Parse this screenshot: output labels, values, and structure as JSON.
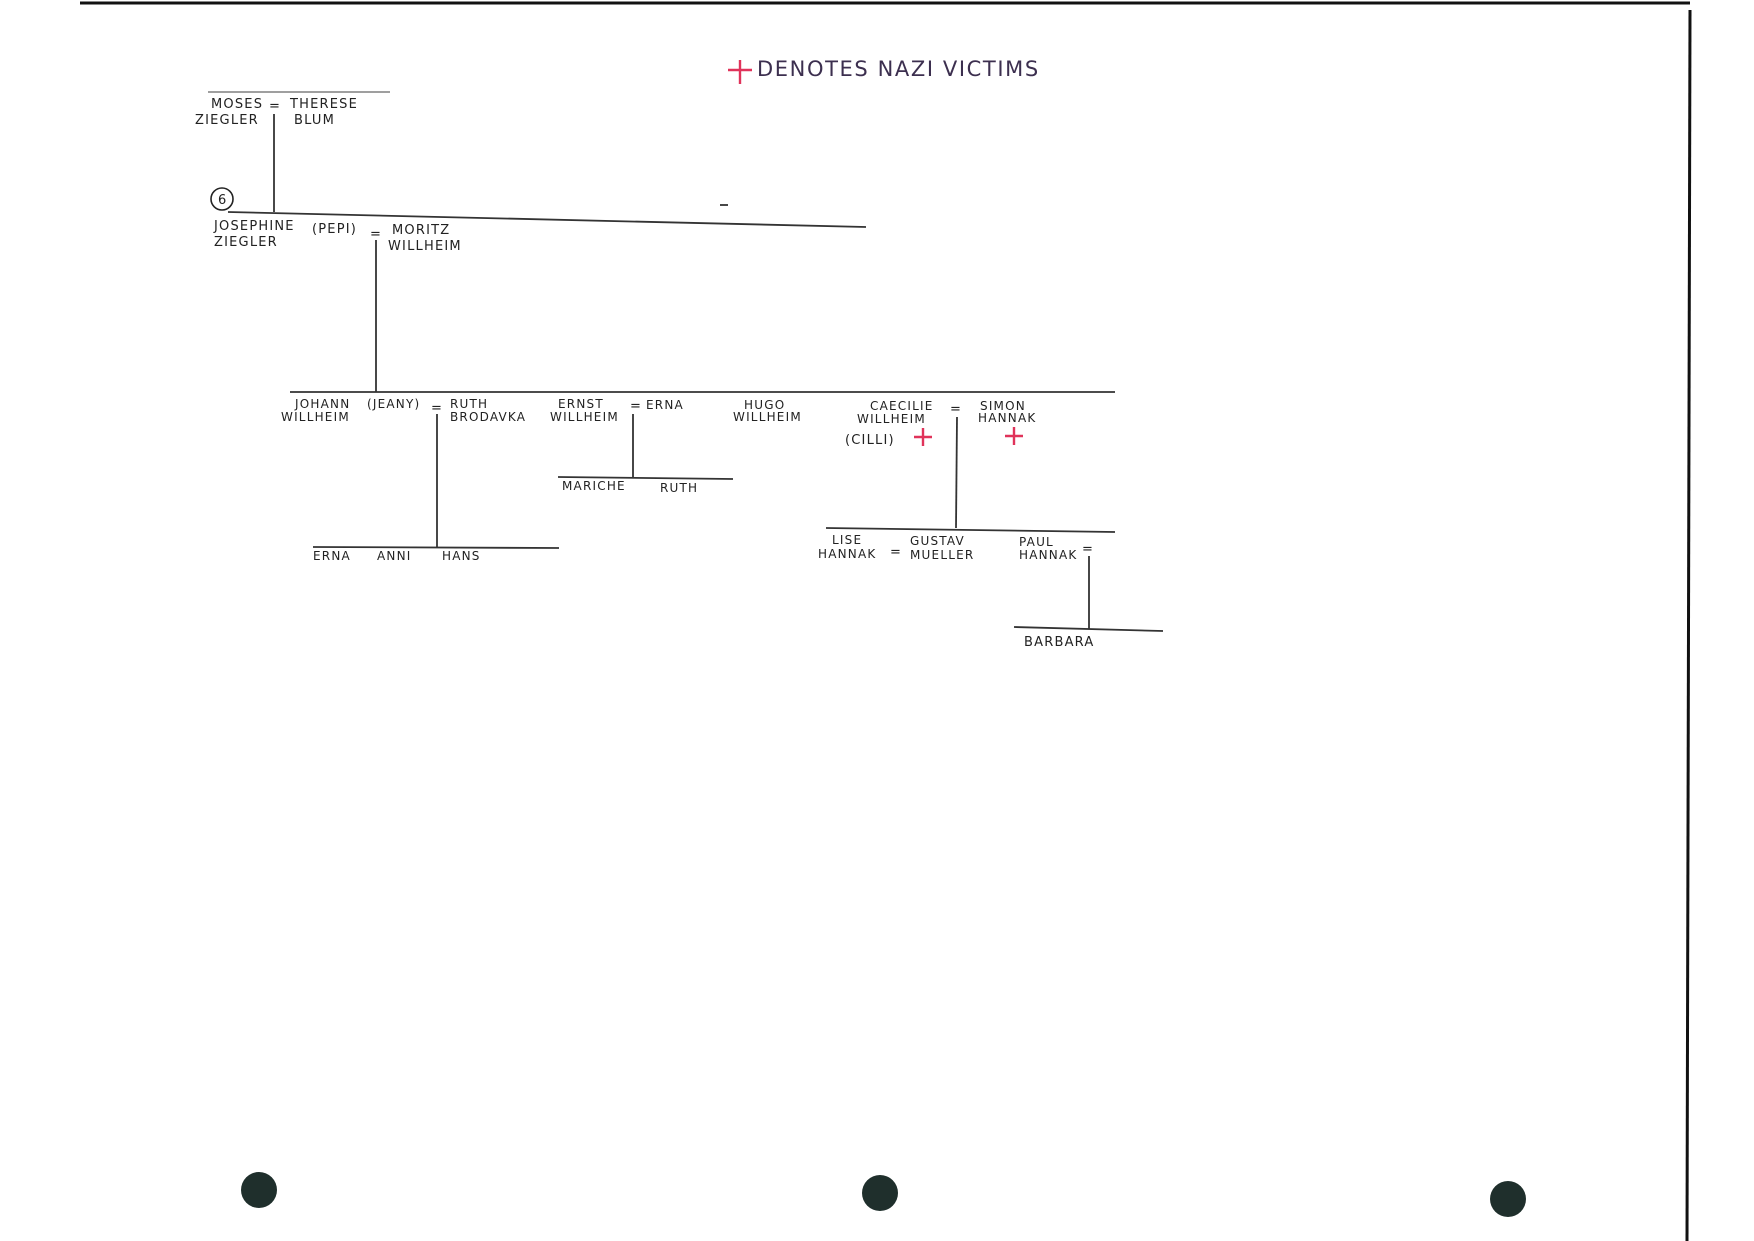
{
  "legend": {
    "marker": "+",
    "text": "DENOTES NAZI VICTIMS",
    "marker_color": "#e0335a"
  },
  "circle_number": "6",
  "people": {
    "moses": [
      "MOSES",
      "ZIEGLER"
    ],
    "therese": [
      "THERESE",
      "BLUM"
    ],
    "josephine": [
      "JOSEPHINE",
      "ZIEGLER"
    ],
    "pepi": "(PEPI)",
    "moritz": [
      "MORITZ",
      "WILLHEIM"
    ],
    "johann": [
      "JOHANN",
      "WILLHEIM"
    ],
    "jeany": "(JEANY)",
    "ruth_b": [
      "RUTH",
      "BRODAVKA"
    ],
    "ernst": [
      "ERNST",
      "WILLHEIM"
    ],
    "erna_w": "ERNA",
    "hugo": [
      "HUGO",
      "WILLHEIM"
    ],
    "caecilie": [
      "CAECILIE",
      "WILLHEIM"
    ],
    "cilli": "(CILLI)",
    "simon": [
      "SIMON",
      "HANNAK"
    ],
    "mariche": "MARICHE",
    "ruth_c": "RUTH",
    "erna_c": "ERNA",
    "anni": "ANNI",
    "hans": "HANS",
    "lise": [
      "LISE",
      "HANNAK"
    ],
    "gustav": [
      "GUSTAV",
      "MUELLER"
    ],
    "paul": [
      "PAUL",
      "HANNAK"
    ],
    "barbara": "BARBARA"
  },
  "marriage_symbol": "=",
  "colors": {
    "ink": "#222222",
    "victim_mark": "#e0335a",
    "binder_hole": "#1f2f2c"
  }
}
